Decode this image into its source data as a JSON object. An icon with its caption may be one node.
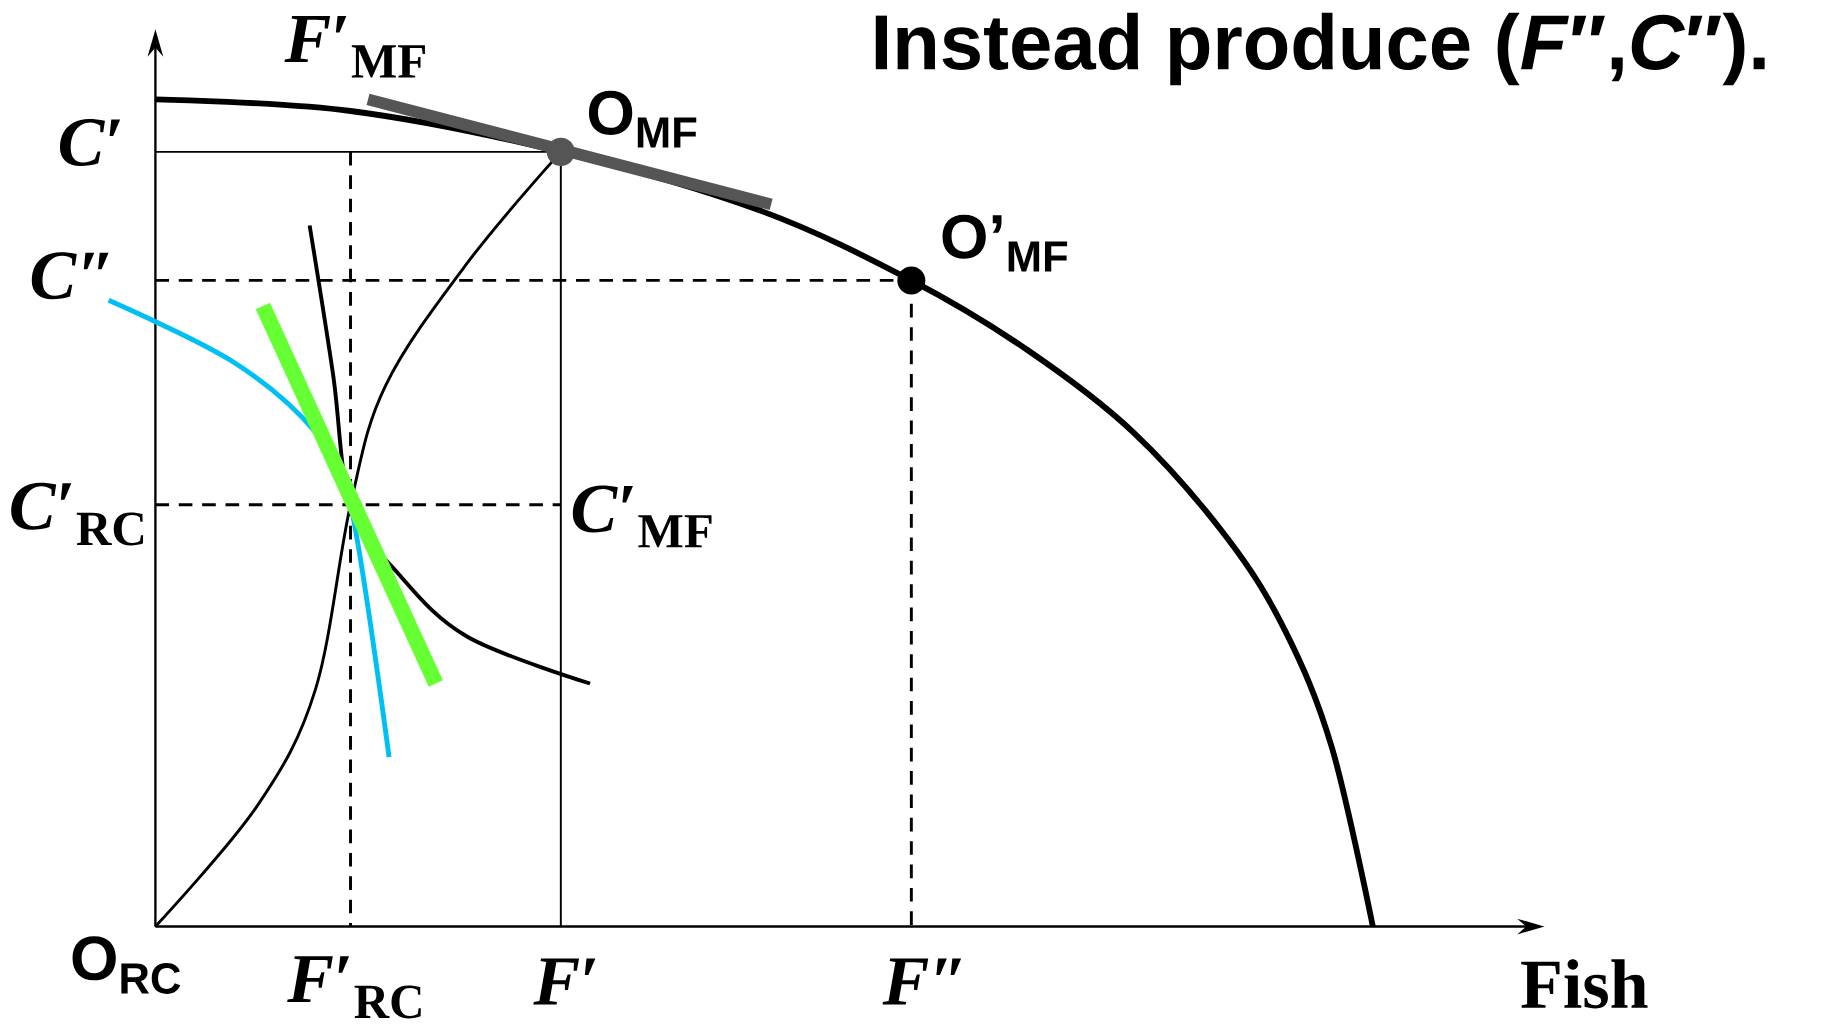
{
  "diagram": {
    "title": "Instead produce (*F*″,*C*″).",
    "labels": [
      "*F*′$_{MF}$",
      "*C*′",
      "O$_{MF}$",
      "O’$_{MF}$",
      "*C*″",
      "*C*′$_{RC}$",
      "*C*′$_{MF}$",
      "O$_{RC}$",
      "*F*′$_{RC}$",
      "*F*′",
      "*F*″",
      "Fish"
    ]
  }
}
